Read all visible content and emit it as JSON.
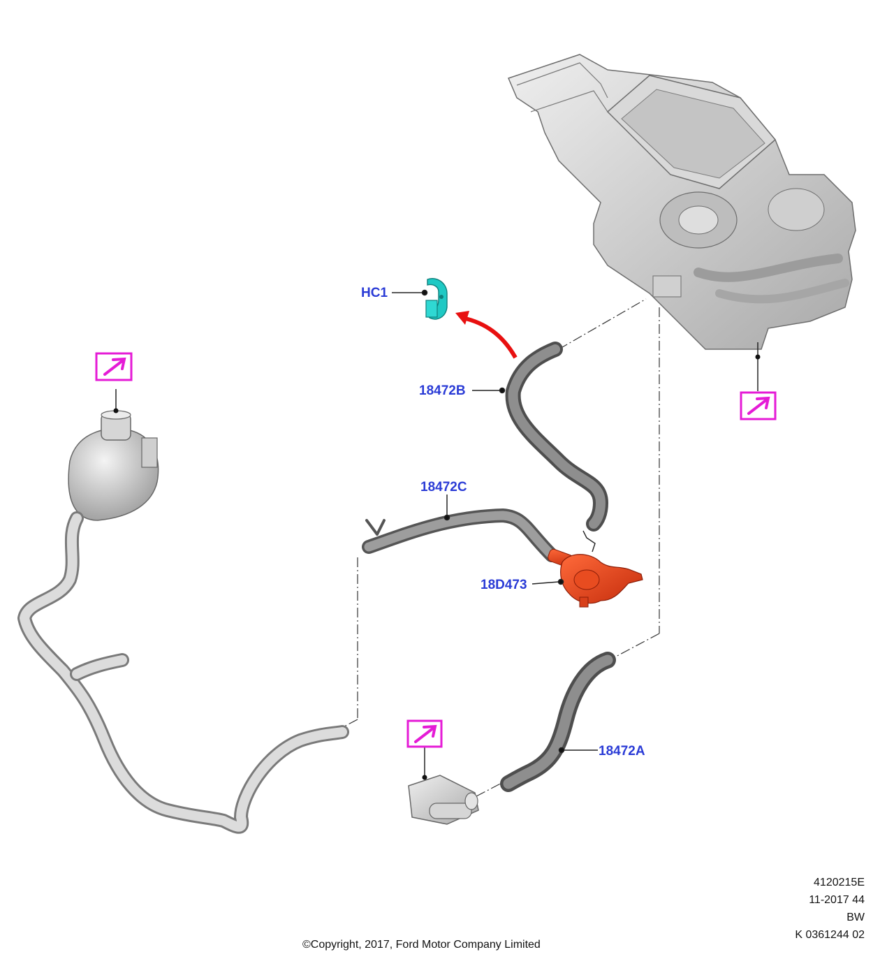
{
  "callouts": {
    "hc1": "HC1",
    "hose_b": "18472B",
    "hose_c": "18472C",
    "pump": "18D473",
    "hose_a": "18472A"
  },
  "meta": {
    "line1": "4120215E",
    "line2": "11-2017 44",
    "line3": "BW",
    "line4": "K 0361244 02"
  },
  "copyright": "©Copyright, 2017, Ford Motor Company Limited",
  "colors": {
    "callout_text": "#2a3bd6",
    "reference_box": "#e51bd6",
    "pump": "#e8401e",
    "clip": "#1fc9c4",
    "arrow": "#e81010",
    "hose": "#6f6f6f",
    "part_light": "#c9c9c9"
  },
  "icons": [
    "reference-arrow-icon",
    "direction-arrow-icon"
  ]
}
